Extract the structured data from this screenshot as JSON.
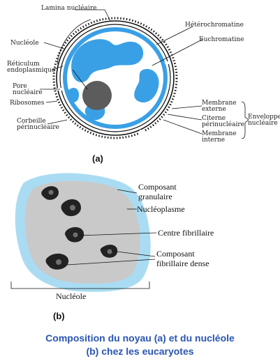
{
  "panel_a": {
    "tag": "(a)",
    "labels": {
      "lamina": "Lamina nucléaire",
      "nucleole": "Nucléole",
      "reticulum_1": "Réticulum",
      "reticulum_2": "endoplasmique",
      "pore_1": "Pore",
      "pore_2": "nucléaire",
      "ribosomes": "Ribosomes",
      "corbeille_1": "Corbeille",
      "corbeille_2": "périnucléaire",
      "heterochromatine": "Hétérochromatine",
      "euchromatine": "Euchromatine",
      "membrane_ext_1": "Membrane",
      "membrane_ext_2": "externe",
      "citerne": "Citerne",
      "citerne_2": "périnucléaire",
      "membrane_int_1": "Membrane",
      "membrane_int_2": "interne",
      "enveloppe_1": "Enveloppe",
      "enveloppe_2": "nucléaire"
    }
  },
  "panel_b": {
    "tag": "(b)",
    "labels": {
      "composant_granulaire_1": "Composant",
      "composant_granulaire_2": "granulaire",
      "nucleoplasme": "Nucléoplasme",
      "centre_fibrillaire": "Centre fibrillaire",
      "composant_dense_1": "Composant",
      "composant_dense_2": "fibrillaire dense",
      "nucleole": "Nucléole"
    }
  },
  "caption": {
    "line1": "Composition du noyau (a) et du nucléole",
    "line2": "(b) chez les eucaryotes"
  },
  "colors": {
    "chromatin_blue": "#3aa0e6",
    "nucleoplasm_blue": "#a9dcf2",
    "granular_gray": "#c9c9c9",
    "nucleolus_dark": "#5c5c5c",
    "caption_blue": "#2a55b0"
  }
}
